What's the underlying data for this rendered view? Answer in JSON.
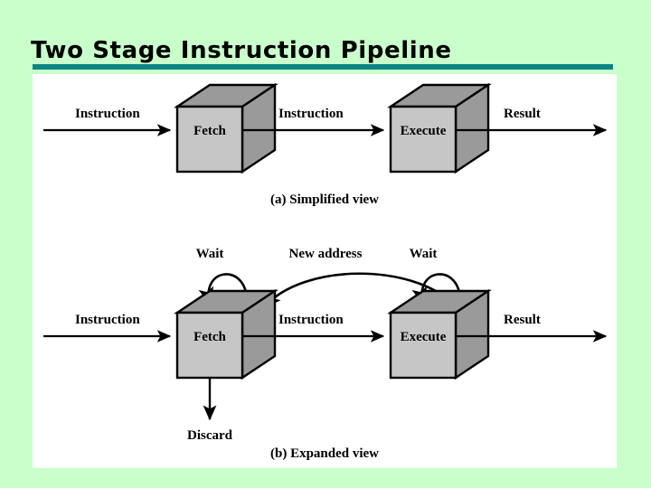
{
  "slide": {
    "title": "Two Stage Instruction Pipeline",
    "accent_color": "#0c8484",
    "background_color": "#c9ffca",
    "panel_color": "#ffffff"
  },
  "figure": {
    "box_front_color": "#c6c6c6",
    "box_shade_color": "#9a9a9a",
    "stroke_color": "#000000",
    "simplified": {
      "caption": "(a) Simplified view",
      "input_label": "Instruction",
      "middle_label": "Instruction",
      "output_label": "Result",
      "stage1_label": "Fetch",
      "stage2_label": "Execute"
    },
    "expanded": {
      "caption": "(b) Expanded view",
      "input_label": "Instruction",
      "middle_label": "Instruction",
      "output_label": "Result",
      "stage1_label": "Fetch",
      "stage2_label": "Execute",
      "wait1_label": "Wait",
      "wait2_label": "Wait",
      "new_address_label": "New address",
      "discard_label": "Discard"
    }
  }
}
